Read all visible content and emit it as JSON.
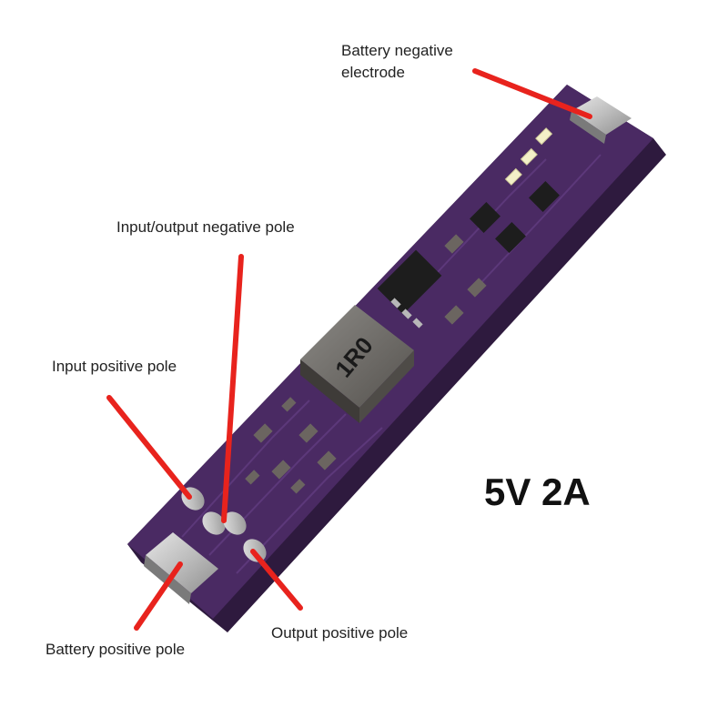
{
  "labels": {
    "battery_negative": "Battery negative electrode",
    "io_negative": "Input/output negative pole",
    "input_positive": "Input positive pole",
    "battery_positive": "Battery positive pole",
    "output_positive": "Output positive pole"
  },
  "spec": "5V 2A",
  "inductor_marking": "1R0",
  "colors": {
    "pcb": "#4a2a63",
    "pcb_edge": "#2e1a3e",
    "pad": "#c9c9c9",
    "arrow": "#e8231d",
    "inductor": "#6d6a66",
    "chip": "#1d1d1d"
  }
}
